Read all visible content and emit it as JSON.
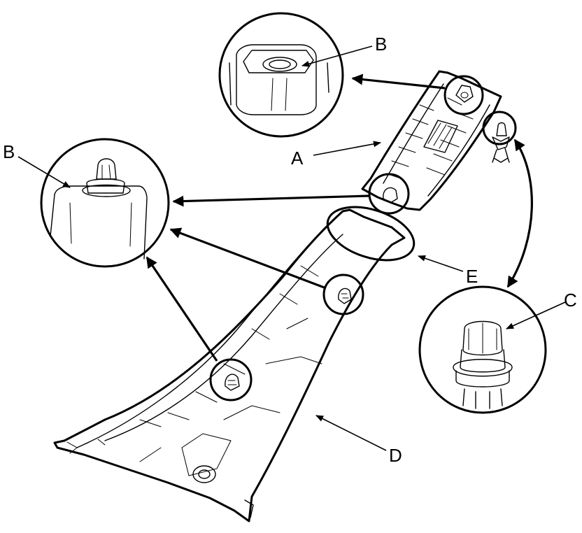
{
  "callouts": {
    "a": "A",
    "b_top": "B",
    "b_left": "B",
    "c": "C",
    "d": "D",
    "e": "E"
  },
  "colors": {
    "ink": "#000000",
    "background": "#ffffff"
  }
}
